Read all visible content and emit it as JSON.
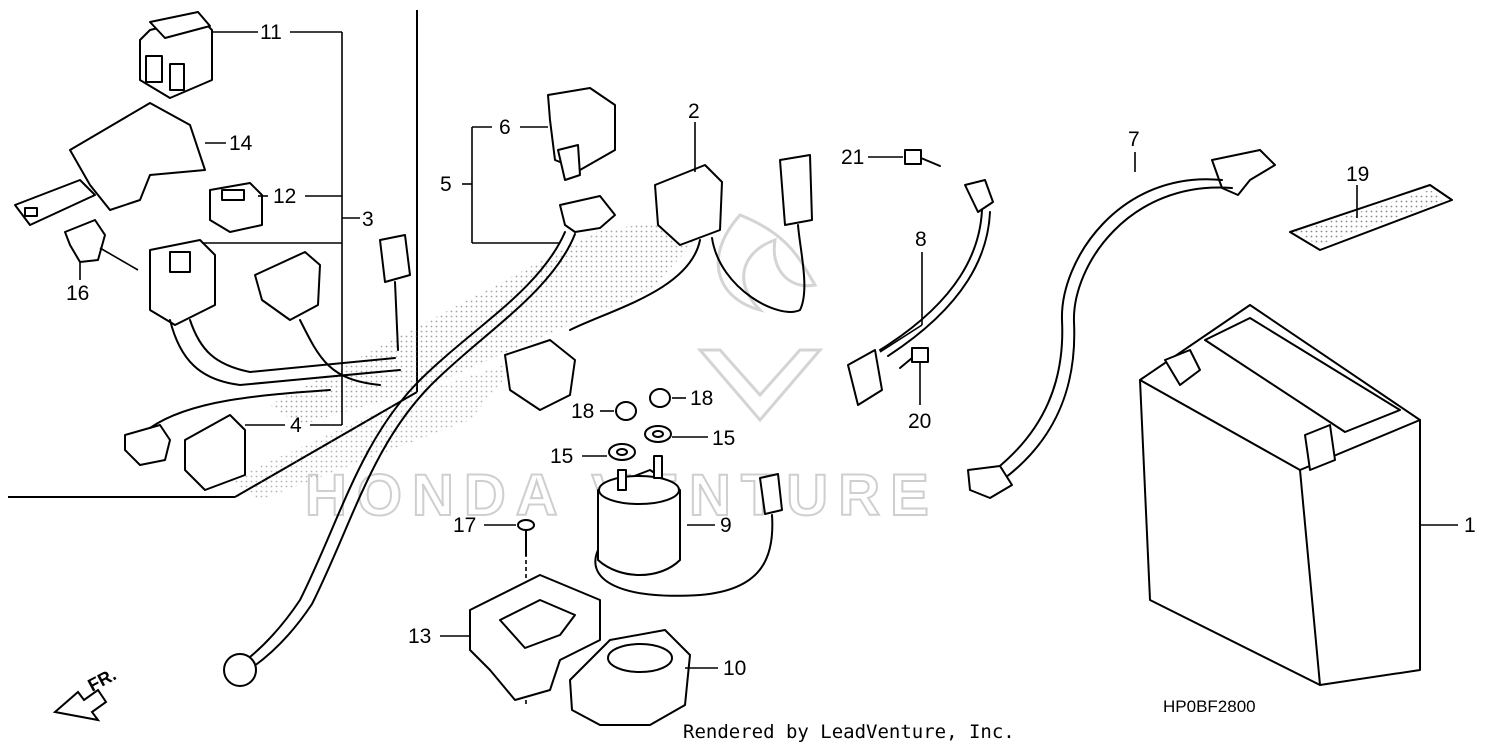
{
  "diagram": {
    "diagram_code": "HP0BF2800",
    "credit": "Rendered by LeadVenture, Inc.",
    "direction_label": "FR.",
    "watermark_text": "HONDA VENTURE",
    "callouts": {
      "c1": "1",
      "c2": "2",
      "c3": "3",
      "c4": "4",
      "c5": "5",
      "c6": "6",
      "c7": "7",
      "c8": "8",
      "c9": "9",
      "c10": "10",
      "c11": "11",
      "c12": "12",
      "c13": "13",
      "c14": "14",
      "c15a": "15",
      "c15b": "15",
      "c16": "16",
      "c17": "17",
      "c18a": "18",
      "c18b": "18",
      "c19": "19",
      "c20": "20",
      "c21": "21"
    }
  }
}
